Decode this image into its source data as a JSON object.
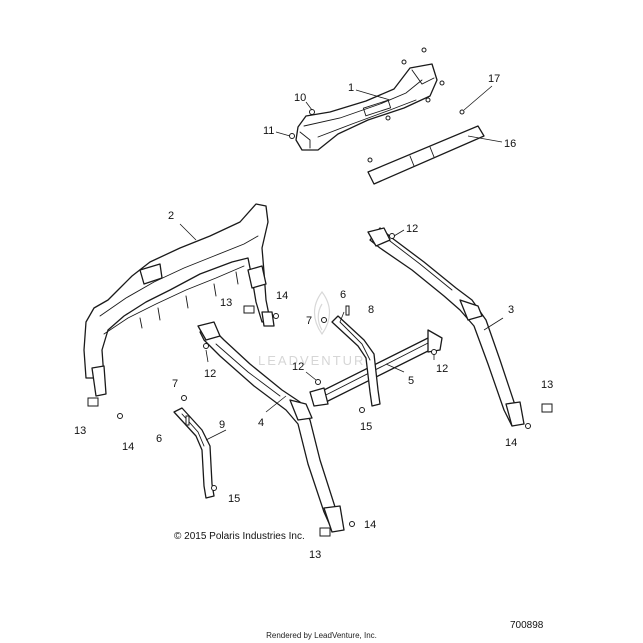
{
  "diagram": {
    "callouts": [
      {
        "id": "c1",
        "text": "1"
      },
      {
        "id": "c2",
        "text": "2"
      },
      {
        "id": "c3",
        "text": "3"
      },
      {
        "id": "c4",
        "text": "4"
      },
      {
        "id": "c5",
        "text": "5"
      },
      {
        "id": "c6a",
        "text": "6"
      },
      {
        "id": "c6b",
        "text": "6"
      },
      {
        "id": "c7a",
        "text": "7"
      },
      {
        "id": "c7b",
        "text": "7"
      },
      {
        "id": "c8",
        "text": "8"
      },
      {
        "id": "c9",
        "text": "9"
      },
      {
        "id": "c10",
        "text": "10"
      },
      {
        "id": "c11",
        "text": "11"
      },
      {
        "id": "c12a",
        "text": "12"
      },
      {
        "id": "c12b",
        "text": "12"
      },
      {
        "id": "c12c",
        "text": "12"
      },
      {
        "id": "c12d",
        "text": "12"
      },
      {
        "id": "c13a",
        "text": "13"
      },
      {
        "id": "c13b",
        "text": "13"
      },
      {
        "id": "c13c",
        "text": "13"
      },
      {
        "id": "c13d",
        "text": "13"
      },
      {
        "id": "c14a",
        "text": "14"
      },
      {
        "id": "c14b",
        "text": "14"
      },
      {
        "id": "c14c",
        "text": "14"
      },
      {
        "id": "c14d",
        "text": "14"
      },
      {
        "id": "c15a",
        "text": "15"
      },
      {
        "id": "c15b",
        "text": "15"
      },
      {
        "id": "c16",
        "text": "16"
      },
      {
        "id": "c17",
        "text": "17"
      }
    ]
  },
  "watermark": {
    "text": "LEADVENTURE"
  },
  "footer": {
    "copyright": "© 2015 Polaris Industries Inc.",
    "figure_id": "700898",
    "render_credit": "Rendered by LeadVenture, Inc."
  }
}
